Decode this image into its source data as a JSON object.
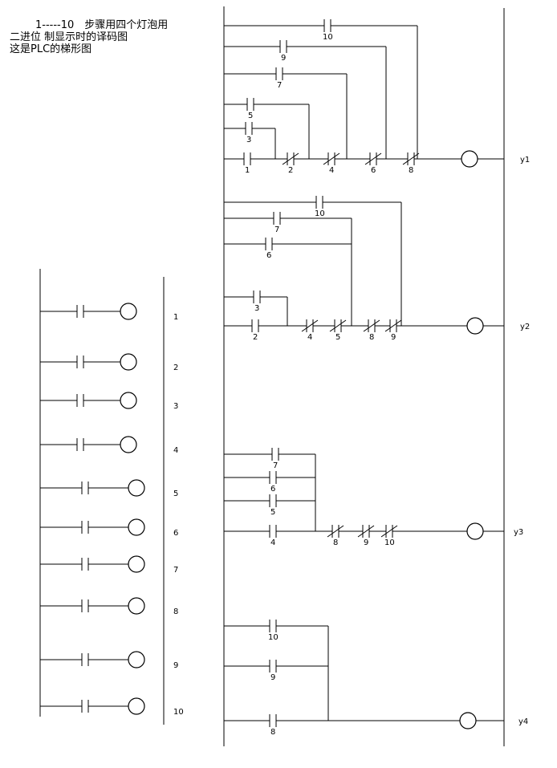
{
  "title_lines": [
    "1-----10　步骤用四个灯泡用",
    "二进位  制显示时的译码图",
    "这是PLC的梯形图"
  ],
  "step_ladder": {
    "rungs": [
      {
        "label": "1"
      },
      {
        "label": "2"
      },
      {
        "label": "3"
      },
      {
        "label": "4"
      },
      {
        "label": "5"
      },
      {
        "label": "6"
      },
      {
        "label": "7"
      },
      {
        "label": "8"
      },
      {
        "label": "9"
      },
      {
        "label": "10"
      }
    ]
  },
  "outputs": [
    {
      "name": "y1",
      "branches": [
        {
          "contact": "10",
          "type": "NO"
        },
        {
          "contact": "9",
          "type": "NO"
        },
        {
          "contact": "7",
          "type": "NO"
        },
        {
          "contact": "5",
          "type": "NO"
        },
        {
          "contact": "3",
          "type": "NO"
        },
        {
          "contact": "1",
          "type": "NO"
        }
      ],
      "series": [
        {
          "contact": "2",
          "type": "NC"
        },
        {
          "contact": "4",
          "type": "NC"
        },
        {
          "contact": "6",
          "type": "NC"
        },
        {
          "contact": "8",
          "type": "NC"
        }
      ]
    },
    {
      "name": "y2",
      "branches": [
        {
          "contact": "10",
          "type": "NO"
        },
        {
          "contact": "7",
          "type": "NO"
        },
        {
          "contact": "6",
          "type": "NO"
        },
        {
          "contact": "3",
          "type": "NO"
        },
        {
          "contact": "2",
          "type": "NO"
        }
      ],
      "series": [
        {
          "contact": "4",
          "type": "NC"
        },
        {
          "contact": "5",
          "type": "NC"
        },
        {
          "contact": "8",
          "type": "NC"
        },
        {
          "contact": "9",
          "type": "NC"
        }
      ]
    },
    {
      "name": "y3",
      "branches": [
        {
          "contact": "7",
          "type": "NO"
        },
        {
          "contact": "6",
          "type": "NO"
        },
        {
          "contact": "5",
          "type": "NO"
        },
        {
          "contact": "4",
          "type": "NO"
        }
      ],
      "series": [
        {
          "contact": "8",
          "type": "NC"
        },
        {
          "contact": "9",
          "type": "NC"
        },
        {
          "contact": "10",
          "type": "NC"
        }
      ]
    },
    {
      "name": "y4",
      "branches": [
        {
          "contact": "10",
          "type": "NO"
        },
        {
          "contact": "9",
          "type": "NO"
        },
        {
          "contact": "8",
          "type": "NO"
        }
      ],
      "series": []
    }
  ]
}
